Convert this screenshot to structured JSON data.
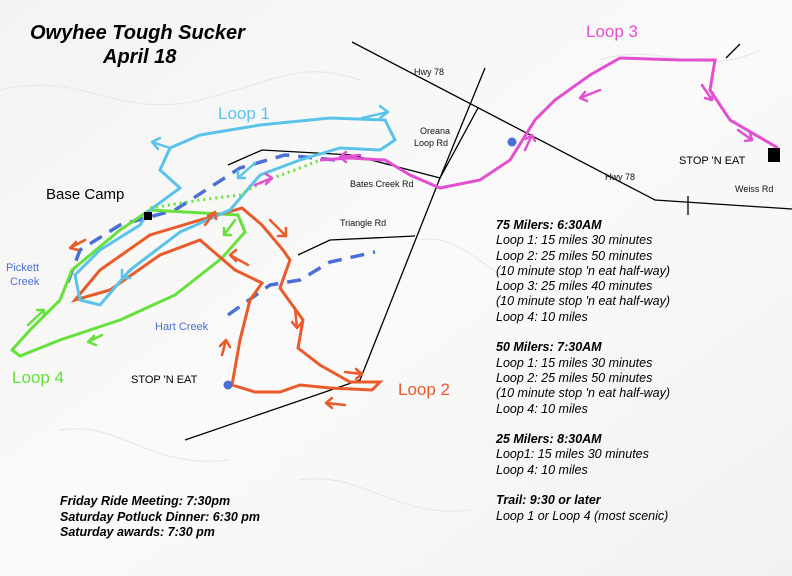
{
  "title": {
    "line1": "Owyhee Tough Sucker",
    "line2": "April 18"
  },
  "roads": {
    "hwy78_a": "Hwy 78",
    "hwy78_b": "Hwy 78",
    "oreana_1": "Oreana",
    "oreana_2": "Loop Rd",
    "bates": "Bates Creek Rd",
    "triangle": "Triangle Rd",
    "weiss": "Weiss Rd"
  },
  "loops": {
    "loop1": {
      "label": "Loop 1",
      "color": "#5bc3ea"
    },
    "loop2": {
      "label": "Loop 2",
      "color": "#ea5a2a"
    },
    "loop3": {
      "label": "Loop 3",
      "color": "#e24fd0"
    },
    "loop4": {
      "label": "Loop 4",
      "color": "#66e03a"
    }
  },
  "creeks": {
    "pickett_1": "Pickett",
    "pickett_2": "Creek",
    "hart": "Hart Creek",
    "color": "#4a6fd6"
  },
  "places": {
    "base_camp": "Base Camp",
    "stop_east": "STOP 'N EAT",
    "stop_south": "STOP 'N EAT"
  },
  "schedule": {
    "m75": {
      "heading": "75 Milers:  6:30AM",
      "lines": [
        "Loop 1: 15 miles  30 minutes",
        "Loop 2: 25 miles  50 minutes",
        "(10 minute stop 'n eat  half-way)",
        "Loop 3: 25 miles  40 minutes",
        "(10 minute stop 'n eat half-way)",
        "Loop 4: 10 miles"
      ]
    },
    "m50": {
      "heading": "50 Milers: 7:30AM",
      "lines": [
        "Loop 1: 15 miles   30 minutes",
        "Loop 2: 25 miles   50 minutes",
        "(10 minute stop 'n eat half-way)",
        "Loop 4: 10 miles"
      ]
    },
    "m25": {
      "heading": "25 Milers: 8:30AM",
      "lines": [
        "Loop1: 15 miles    30 minutes",
        "Loop 4: 10 miles"
      ]
    },
    "trail": {
      "heading": "Trail: 9:30 or later",
      "lines": [
        "Loop 1 or Loop 4 (most scenic)"
      ]
    }
  },
  "events": [
    "Friday Ride Meeting: 7:30pm",
    "Saturday Potluck Dinner: 6:30 pm",
    "Saturday awards: 7:30 pm"
  ]
}
